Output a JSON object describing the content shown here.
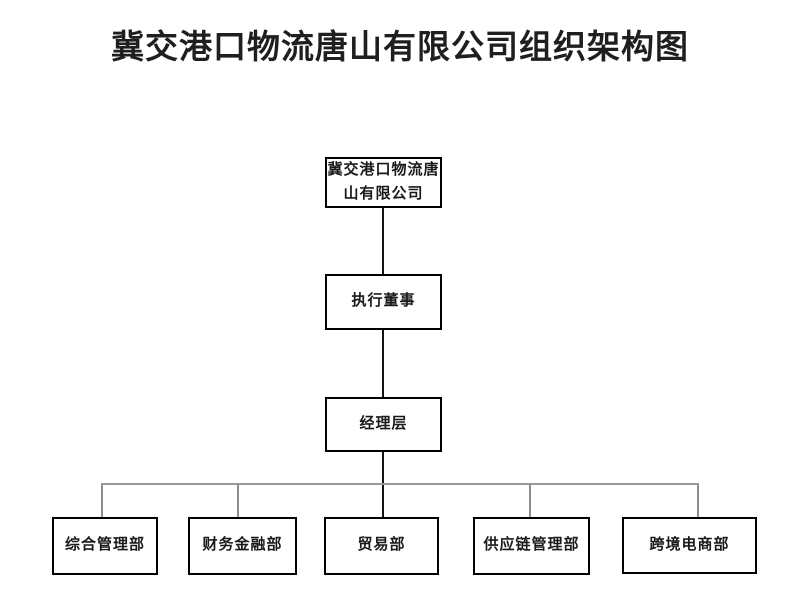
{
  "title": "冀交港口物流唐山有限公司组织架构图",
  "org_chart": {
    "type": "organization-chart",
    "root": {
      "label": "冀交港口物流唐\n山有限公司"
    },
    "executive_director": {
      "label": "执行董事"
    },
    "management_layer": {
      "label": "经理层"
    },
    "departments": [
      {
        "label": "综合管理部"
      },
      {
        "label": "财务金融部"
      },
      {
        "label": "贸易部"
      },
      {
        "label": "供应链管理部"
      },
      {
        "label": "跨境电商部"
      }
    ]
  },
  "colors": {
    "background": "#ffffff",
    "box_border": "#000000",
    "box_fill": "#ffffff",
    "text": "#1a1a1a",
    "spine_connector": "#141414",
    "branch_connector": "#999999"
  }
}
